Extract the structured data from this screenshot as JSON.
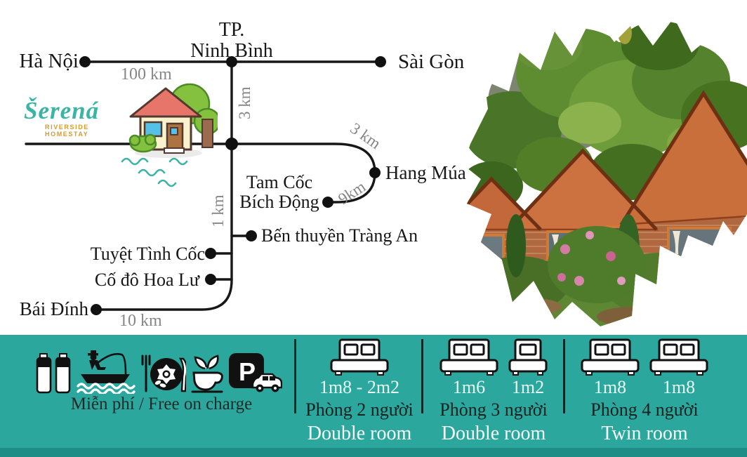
{
  "logo": {
    "name": "Šerená",
    "tagline": "RIVERSIDE HOMESTAY"
  },
  "map": {
    "places": {
      "hanoi": "Hà Nội",
      "tp_ninh_binh_line1": "TP.",
      "tp_ninh_binh_line2": "Ninh Bình",
      "saigon": "Sài Gòn",
      "hang_mua": "Hang Múa",
      "tam_coc_line1": "Tam Cốc",
      "tam_coc_line2": "Bích Động",
      "ben_thuyen": "Bến thuyền Tràng An",
      "tuyet_tinh_coc": "Tuyệt Tình Cốc",
      "co_do_hoa_lu": "Cố đô Hoa Lư",
      "bai_dinh": "Bái Đính"
    },
    "distances": {
      "hanoi_nb": "100 km",
      "nb_homestay": "3 km",
      "hang_mua_top": "3 km",
      "hang_mua_bottom": "9km",
      "homestay_ben": "1 km",
      "bai_dinh": "10 km"
    }
  },
  "photo": {
    "description": "brick homestay bungalows with orange tiled roofs below a green cliff with trees and a rose garden"
  },
  "banner": {
    "free_label": "Miễn phí / Free on charge",
    "amenity_icons": [
      "water-bottles-icon",
      "fishing-icon",
      "dining-icon",
      "tea-icon",
      "parking-icon"
    ],
    "parking_letter": "P",
    "rooms": [
      {
        "sizes": [
          "1m8 - 2m2"
        ],
        "capacity": "Phòng 2 người",
        "type": "Double room",
        "beds": [
          "double"
        ]
      },
      {
        "sizes": [
          "1m6",
          "1m2"
        ],
        "capacity": "Phòng 3 người",
        "type": "Double room",
        "beds": [
          "double",
          "single"
        ]
      },
      {
        "sizes": [
          "1m8",
          "1m8"
        ],
        "capacity": "Phòng 4 người",
        "type": "Twin room",
        "beds": [
          "double",
          "double"
        ]
      }
    ]
  },
  "colors": {
    "banner_teal": "#2BA79E",
    "banner_dark_strip": "#1D8D85",
    "logo_teal": "#3AB5A3",
    "logo_orange": "#D79A2B",
    "road_black": "#171717",
    "distance_gray": "#868686"
  }
}
